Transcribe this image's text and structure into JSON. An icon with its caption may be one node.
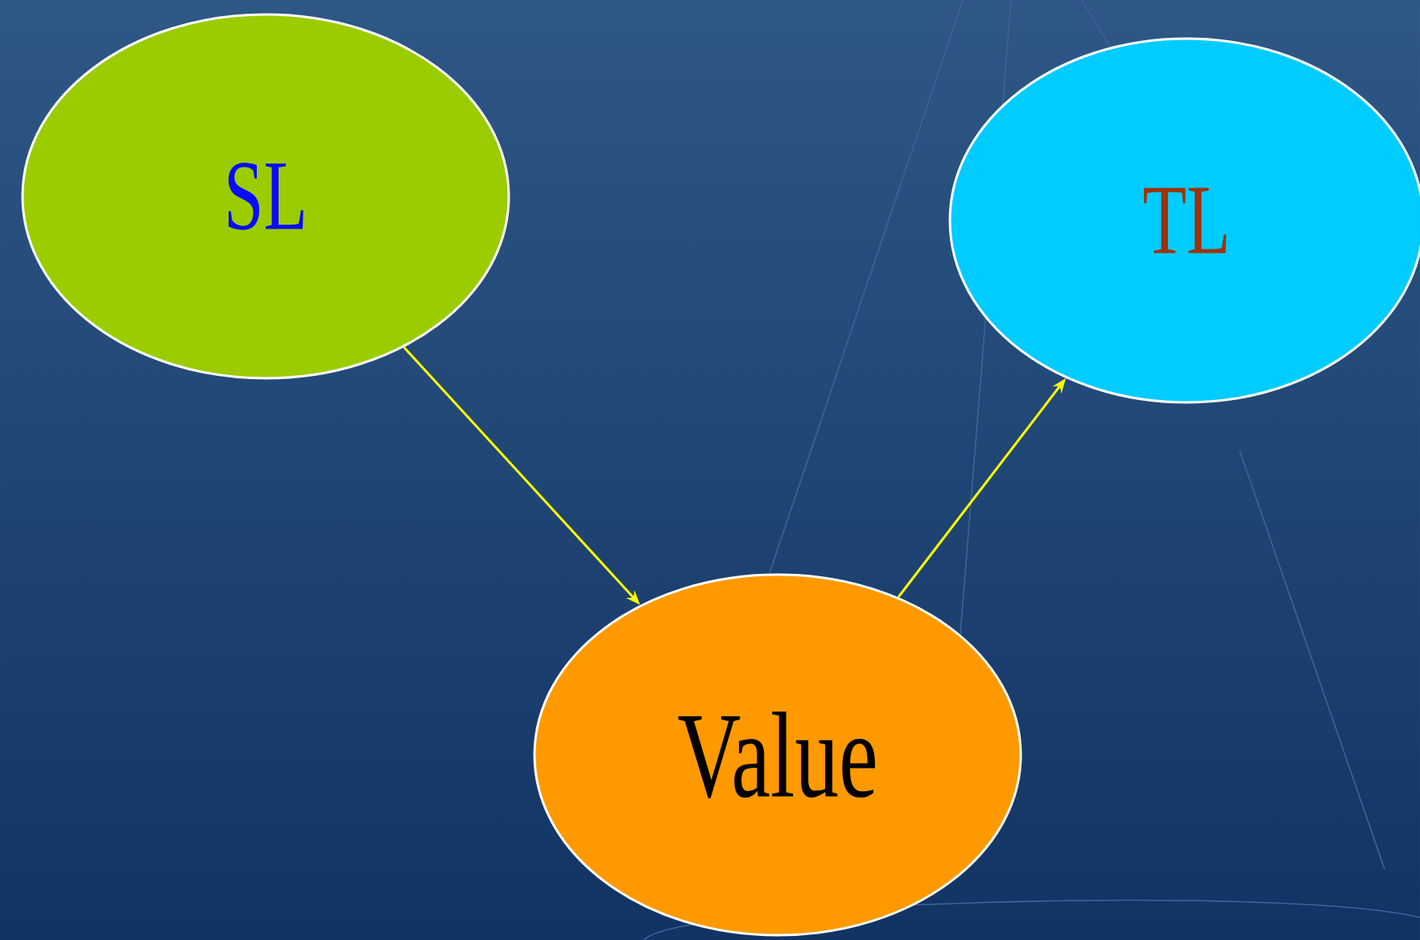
{
  "diagram": {
    "nodes": [
      {
        "text": [
          "SL"
        ]
      },
      {
        "text": [
          "TL"
        ]
      },
      {
        "text": [
          "Value"
        ]
      }
    ],
    "edges": [
      {
        "from": 0,
        "to": 2,
        "arrow": "to"
      },
      {
        "from": 2,
        "to": 1,
        "arrow": "to"
      }
    ]
  }
}
